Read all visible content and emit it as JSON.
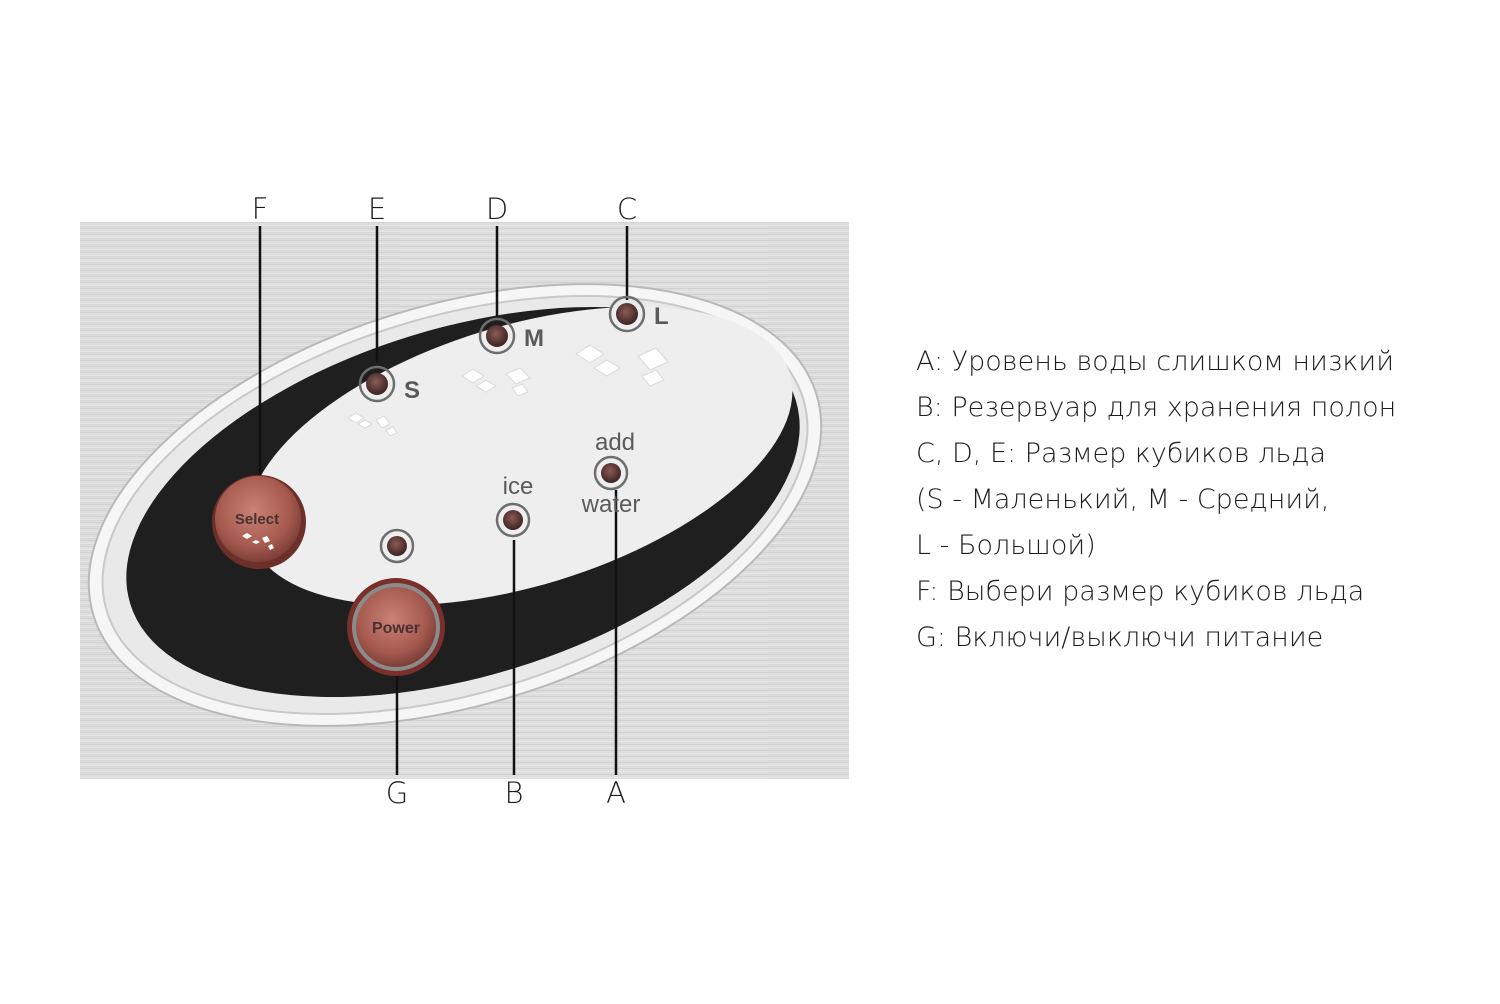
{
  "callouts": {
    "top": [
      "F",
      "E",
      "D",
      "C"
    ],
    "bottom": [
      "G",
      "B",
      "A"
    ]
  },
  "panel": {
    "size_labels": {
      "small": "S",
      "medium": "M",
      "large": "L"
    },
    "ice_label": "ice",
    "add_water_label": [
      "add",
      "water"
    ],
    "select_button": "Select",
    "power_button": "Power"
  },
  "legend": [
    "A: Уровень воды слишком низкий",
    "B: Резервуар для хранения полон",
    "C, D, E: Размер кубиков льда",
    "(S - Маленький, M - Средний,",
    "L - Большой)",
    "F: Выбери размер кубиков льда",
    "G: Включи/выключи питание"
  ],
  "colors": {
    "panel_dark": "#1f1f1f",
    "panel_light": "#eeeeee",
    "brushed_metal": "#dcdcdc",
    "button_red": "#a85a50",
    "indicator_dark": "#6a4040"
  }
}
